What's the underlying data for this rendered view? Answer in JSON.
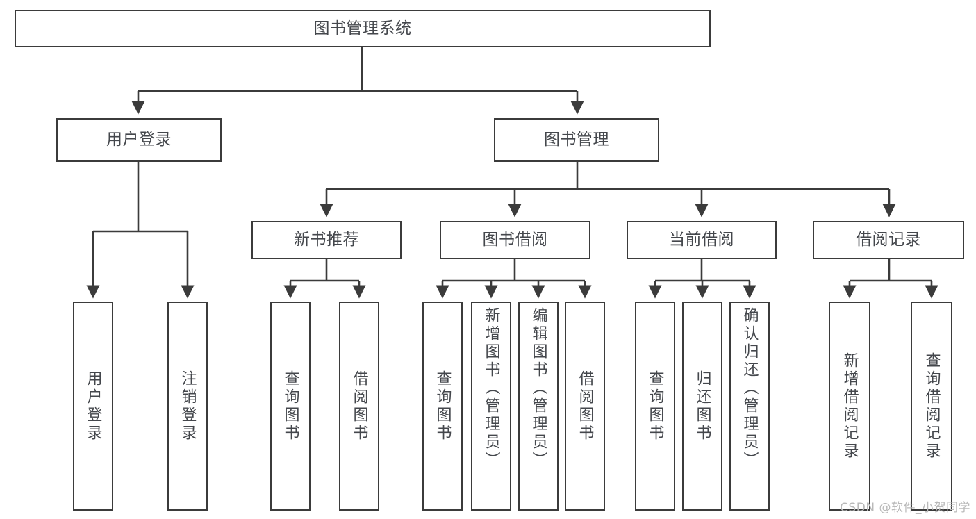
{
  "diagram": {
    "type": "tree",
    "title": "图书管理系统",
    "orientation": "top-down",
    "colors": {
      "box_border": "#3b3b3b",
      "box_fill": "#ffffff",
      "text": "#44474c",
      "connector": "#3b3b3b",
      "watermark": "#b9b9b9",
      "background": "#ffffff"
    },
    "levels": {
      "root": "图书管理系统",
      "level2": [
        "用户登录",
        "图书管理"
      ],
      "level3": [
        "新书推荐",
        "图书借阅",
        "当前借阅",
        "借阅记录"
      ]
    },
    "nodes": {
      "root": {
        "label": "图书管理系统"
      },
      "user_login": {
        "label": "用户登录"
      },
      "book_manage": {
        "label": "图书管理"
      },
      "new_book_rec": {
        "label": "新书推荐"
      },
      "book_borrow": {
        "label": "图书借阅"
      },
      "current_borrow": {
        "label": "当前借阅"
      },
      "borrow_record": {
        "label": "借阅记录"
      },
      "leaf_user_login": {
        "label": "用户登录"
      },
      "leaf_logout": {
        "label": "注销登录"
      },
      "leaf_query_book_1": {
        "label": "查询图书"
      },
      "leaf_borrow_book_1": {
        "label": "借阅图书"
      },
      "leaf_query_book_2": {
        "label": "查询图书"
      },
      "leaf_add_book_admin": {
        "label": "新增图书（管理员）"
      },
      "leaf_edit_book_admin": {
        "label": "编辑图书（管理员）"
      },
      "leaf_borrow_book_2": {
        "label": "借阅图书"
      },
      "leaf_query_book_3": {
        "label": "查询图书"
      },
      "leaf_return_book": {
        "label": "归还图书"
      },
      "leaf_confirm_return_admin": {
        "label": "确认归还（管理员）"
      },
      "leaf_add_borrow_record": {
        "label": "新增借阅记录"
      },
      "leaf_query_borrow_record": {
        "label": "查询借阅记录"
      }
    },
    "edges": [
      {
        "from": "root",
        "to": "user_login"
      },
      {
        "from": "root",
        "to": "book_manage"
      },
      {
        "from": "user_login",
        "to": "leaf_user_login"
      },
      {
        "from": "user_login",
        "to": "leaf_logout"
      },
      {
        "from": "book_manage",
        "to": "new_book_rec"
      },
      {
        "from": "book_manage",
        "to": "book_borrow"
      },
      {
        "from": "book_manage",
        "to": "current_borrow"
      },
      {
        "from": "book_manage",
        "to": "borrow_record"
      },
      {
        "from": "new_book_rec",
        "to": "leaf_query_book_1"
      },
      {
        "from": "new_book_rec",
        "to": "leaf_borrow_book_1"
      },
      {
        "from": "book_borrow",
        "to": "leaf_query_book_2"
      },
      {
        "from": "book_borrow",
        "to": "leaf_add_book_admin"
      },
      {
        "from": "book_borrow",
        "to": "leaf_edit_book_admin"
      },
      {
        "from": "book_borrow",
        "to": "leaf_borrow_book_2"
      },
      {
        "from": "current_borrow",
        "to": "leaf_query_book_3"
      },
      {
        "from": "current_borrow",
        "to": "leaf_return_book"
      },
      {
        "from": "current_borrow",
        "to": "leaf_confirm_return_admin"
      },
      {
        "from": "borrow_record",
        "to": "leaf_add_borrow_record"
      },
      {
        "from": "borrow_record",
        "to": "leaf_query_borrow_record"
      }
    ]
  },
  "watermark": {
    "text": "CSDN @软件_小贺同学"
  }
}
